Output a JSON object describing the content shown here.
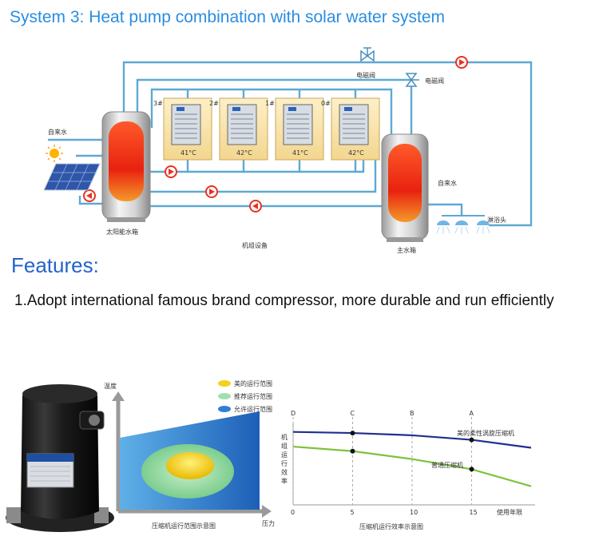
{
  "header": {
    "title": "System 3: Heat pump combination with solar water system"
  },
  "diagram": {
    "solenoid_valve_1": "电磁阀",
    "solenoid_valve_2": "电磁阀",
    "tap_water_left": "自来水",
    "tap_water_right": "自来水",
    "solar_tank": "太阳能水箱",
    "main_tank": "主水箱",
    "unit_equipment": "机组设备",
    "shower_head": "淋浴头",
    "units": [
      {
        "id": "3#",
        "temp": "41°C"
      },
      {
        "id": "2#",
        "temp": "42°C"
      },
      {
        "id": "1#",
        "temp": "41°C"
      },
      {
        "id": "0#",
        "temp": "42°C"
      }
    ]
  },
  "features": {
    "heading": "Features:",
    "item1": "1.Adopt international famous brand compressor, more durable and run efficiently"
  },
  "range_chart": {
    "ylabel": "温度",
    "xlabel": "压力",
    "caption": "压缩机运行范围示意图",
    "legend": [
      "美的运行范围",
      "推荐运行范围",
      "允许运行范围"
    ],
    "legend_colors": [
      "#f2d21a",
      "#9fe0b0",
      "#2f7fd6"
    ]
  },
  "chart_data": {
    "type": "line",
    "title": "",
    "ylabel": "机组运行效率",
    "xlabel": "使用年限",
    "x_ticks": [
      "0",
      "5",
      "10",
      "15"
    ],
    "top_letters": [
      "D",
      "C",
      "B",
      "A"
    ],
    "caption": "压缩机运行效率示意图",
    "xlim": [
      0,
      20
    ],
    "series": [
      {
        "name": "美的柔性涡旋压缩机",
        "color": "#1f2f8c",
        "x": [
          0,
          5,
          10,
          15,
          20
        ],
        "y": [
          9.6,
          9.5,
          9.3,
          8.9,
          8.2
        ]
      },
      {
        "name": "普通压缩机",
        "color": "#7cc33b",
        "x": [
          0,
          5,
          10,
          15,
          20
        ],
        "y": [
          8.3,
          7.9,
          7.2,
          6.3,
          4.8
        ]
      }
    ],
    "markers": [
      {
        "series": 0,
        "x": 5
      },
      {
        "series": 0,
        "x": 15
      },
      {
        "series": 1,
        "x": 5
      },
      {
        "series": 1,
        "x": 15
      }
    ]
  }
}
